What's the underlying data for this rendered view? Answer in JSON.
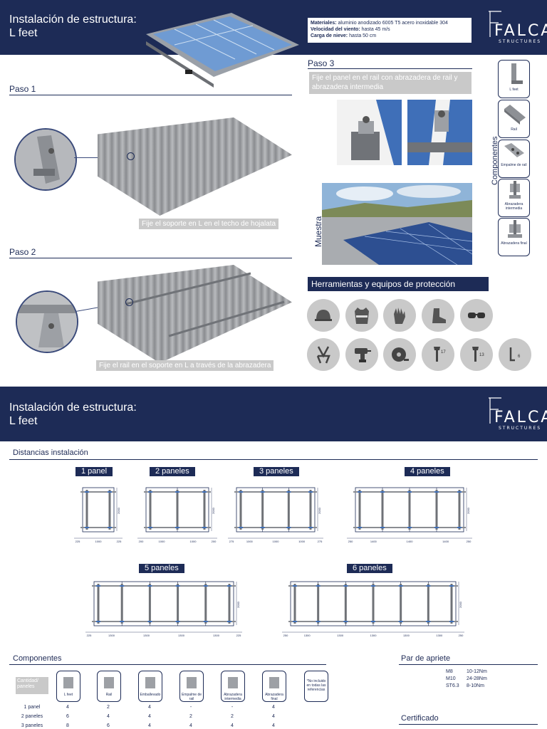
{
  "page1": {
    "header": {
      "title_line1": "Instalación de estructura:",
      "title_line2": "L feet"
    },
    "info": {
      "materiales_label": "Materiales:",
      "materiales_value": " aluminio anodizado 6005 T5 acero inoxidable 304",
      "viento_label": "Velocidad del viento:",
      "viento_value": " hasta 45 m/s",
      "nieve_label": "Carga de nieve:",
      "nieve_value": " hasta 50 cm"
    },
    "logo": {
      "name": "FALCAT",
      "sub": "STRUCTURES"
    },
    "paso1": {
      "title": "Paso 1",
      "caption": "Fije el soporte en L en el techo de hojalata"
    },
    "paso2": {
      "title": "Paso 2",
      "caption": "Fije el rail en el soporte en L a través de la abrazadera"
    },
    "paso3": {
      "title": "Paso 3",
      "caption": "Fije el panel en el rail con abrazadera de rail y abrazadera intermedia"
    },
    "muestra_label": "Muestra",
    "componentes_label": "Componentes",
    "components": [
      "L feet",
      "Rail",
      "Empalme de rail",
      "Abrazadera intermedia",
      "Abrazadera final"
    ],
    "tools_title": "Herramientas y equipos de protección",
    "tools": [
      "helmet-icon",
      "vest-icon",
      "glove-icon",
      "boot-icon",
      "goggles-icon",
      "harness-icon",
      "drill-icon",
      "tape-icon",
      "wrench-17-icon",
      "wrench-13-icon",
      "allen-key-6-icon"
    ],
    "wrench_sizes": [
      "17",
      "13",
      "6"
    ]
  },
  "page2": {
    "header": {
      "title_line1": "Instalación de estructura:",
      "title_line2": "L feet"
    },
    "logo": {
      "name": "FALCAT",
      "sub": "STRUCTURES"
    },
    "distancias_title": "Distancias instalación",
    "layouts": [
      {
        "label": "1 panel",
        "dims": [
          "225",
          "1000",
          "225"
        ],
        "height": "2000"
      },
      {
        "label": "2 paneles",
        "dims": [
          "200",
          "1000",
          "1000",
          "200"
        ],
        "height": "2000"
      },
      {
        "label": "3 paneles",
        "dims": [
          "275",
          "1000",
          "1000",
          "1000",
          "275"
        ],
        "height": "2000"
      },
      {
        "label": "4 paneles",
        "dims": [
          "250",
          "1400",
          "1400",
          "1400",
          "250"
        ],
        "height": "2000"
      },
      {
        "label": "5 paneles",
        "dims": [
          "225",
          "1300",
          "1300",
          "1300",
          "1300",
          "225"
        ],
        "height": "2000"
      },
      {
        "label": "6 paneles",
        "dims": [
          "250",
          "1300",
          "1300",
          "1300",
          "1300",
          "1300",
          "250"
        ],
        "height": "2000"
      }
    ],
    "componentes_title": "Componentes",
    "table": {
      "corner": "Cantidad/ paneles",
      "headers": [
        "L feet",
        "Rail",
        "Emballevado",
        "Empalme de rail",
        "Abrazadera intermedia",
        "Abrazadera final",
        "*No incluido en todas las referencias"
      ],
      "rows": [
        {
          "label": "1 panel",
          "values": [
            "4",
            "2",
            "4",
            "-",
            "-",
            "4"
          ]
        },
        {
          "label": "2 paneles",
          "values": [
            "6",
            "4",
            "4",
            "2",
            "2",
            "4"
          ]
        },
        {
          "label": "3 paneles",
          "values": [
            "8",
            "6",
            "4",
            "4",
            "4",
            "4"
          ]
        }
      ]
    },
    "par_title": "Par de apriete",
    "par": [
      {
        "size": "M8",
        "value": "10-12Nm"
      },
      {
        "size": "M10",
        "value": "24-28Nm"
      },
      {
        "size": "ST6.3",
        "value": "8-10Nm"
      }
    ],
    "certificado_title": "Certificado"
  },
  "colors": {
    "navy": "#1d2b56",
    "caption_gray": "#c9c9c9",
    "panel_blue": "#3f6fb8"
  }
}
